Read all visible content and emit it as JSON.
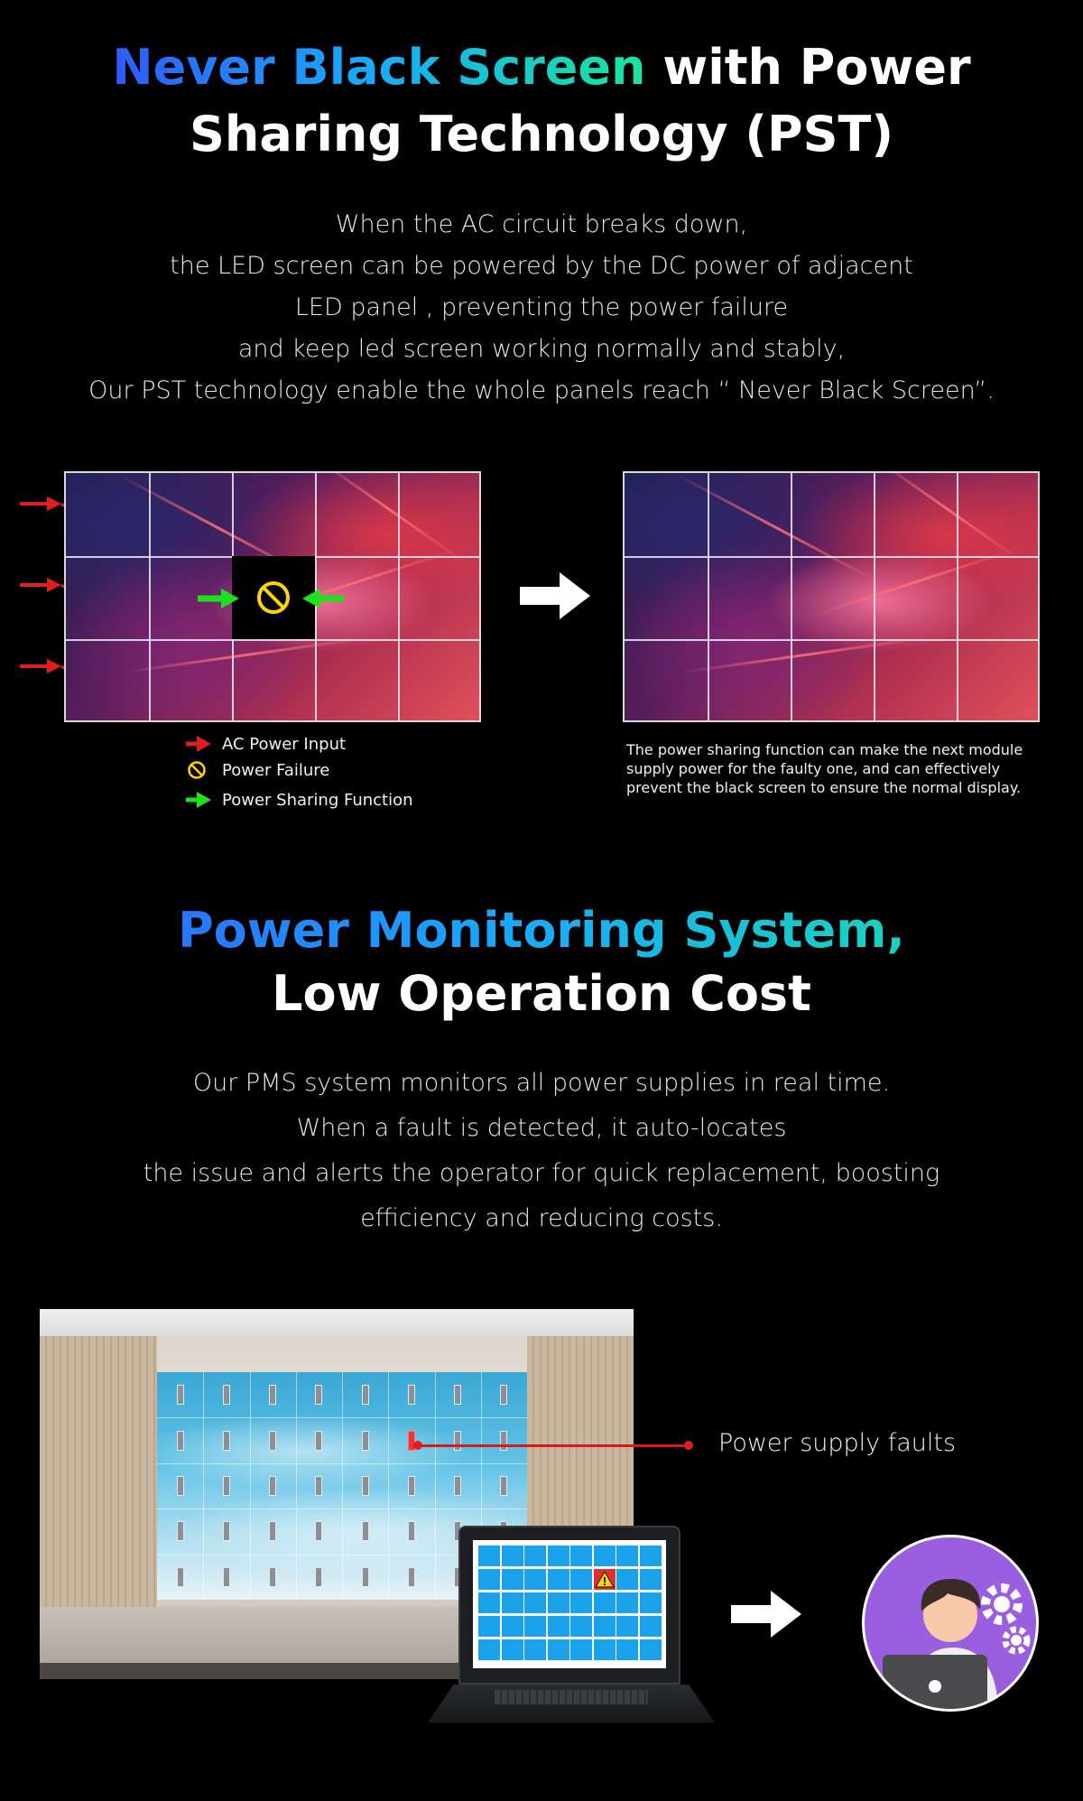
{
  "section1": {
    "title_highlight": "Never Black Screen",
    "title_rest_line1": "with Power",
    "title_line2": "Sharing Technology (PST)",
    "paragraph_lines": [
      "When the AC circuit breaks down,",
      "the LED screen can be powered by the DC power of adjacent",
      "LED panel , preventing the power failure",
      "and keep led screen working normally and stably,",
      "Our PST technology enable the whole panels reach “ Never Black Screen”."
    ],
    "legend": {
      "ac_power_input": "AC Power Input",
      "power_failure": "Power Failure",
      "power_sharing": "Power Sharing Function"
    },
    "caption_lines": [
      "The power sharing function can make the next module",
      "supply power for the faulty one, and can effectively",
      "prevent the black screen to ensure the normal display."
    ]
  },
  "section2": {
    "title_highlight": "Power Monitoring System,",
    "title_line2": "Low Operation Cost",
    "paragraph_lines": [
      "Our PMS system monitors all power supplies in real time.",
      "When a fault is detected, it auto-locates",
      "the issue and alerts the operator for quick replacement, boosting",
      "efficiency and reducing costs."
    ],
    "fault_label": "Power supply faults"
  },
  "colors": {
    "accent_blue": "#2f5bff",
    "accent_teal": "#18e6a0",
    "ac_arrow_red": "#e01e1e",
    "share_arrow_green": "#1ee01e",
    "failure_yellow": "#ffd400",
    "operator_purple": "#9a5ee0"
  },
  "icons": [
    "ac-power-arrow-icon",
    "power-failure-icon",
    "power-sharing-arrow-icon",
    "next-arrow-icon",
    "warning-icon",
    "gear-icon",
    "operator-avatar-icon"
  ]
}
